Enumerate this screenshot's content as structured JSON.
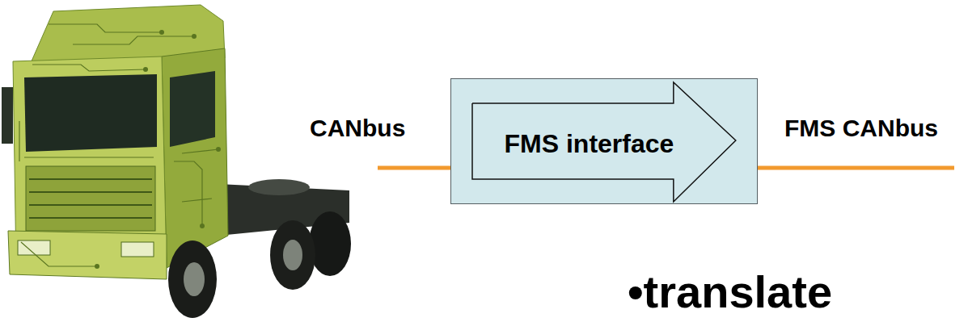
{
  "diagram": {
    "nodes": [
      {
        "text": [
          "FMS interface"
        ]
      }
    ],
    "labels": [
      "CANbus",
      "FMS CANbus",
      "•translate"
    ]
  }
}
